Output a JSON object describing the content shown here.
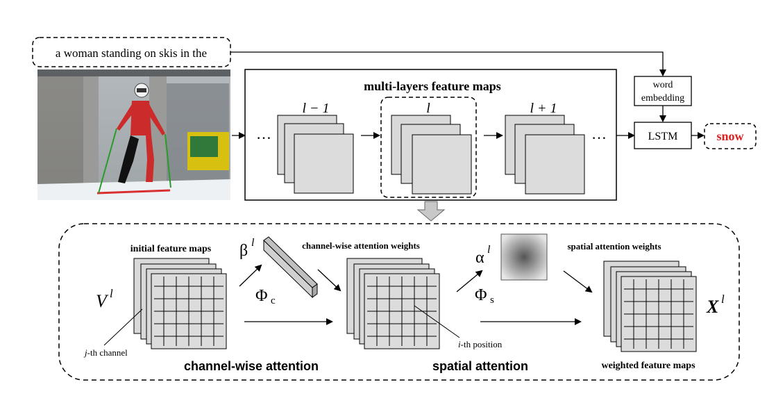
{
  "caption_text": "a woman standing on skis in the",
  "image_alt": "skier photo",
  "multi_layers_title": "multi-layers feature maps",
  "layer_labels": {
    "prev": "l − 1",
    "cur": "l",
    "next": "l + 1"
  },
  "ellipsis": "…",
  "word_embedding": [
    "word",
    "embedding"
  ],
  "lstm_label": "LSTM",
  "output_word": "snow",
  "attention": {
    "initial_feature_maps": "initial feature maps",
    "V_symbol": "V",
    "V_sup": "l",
    "j_channel_italic": "j",
    "j_channel_rest": "-th channel",
    "channel_wise_attention": "channel-wise attention",
    "beta_symbol": "β",
    "beta_sup": "l",
    "phi_c_symbol": "Φ",
    "phi_c_sub": "c",
    "channel_weights_label": "channel-wise attention weights",
    "alpha_symbol": "α",
    "alpha_sup": "l",
    "phi_s_symbol": "Φ",
    "phi_s_sub": "s",
    "spatial_weights_label": "spatial attention weights",
    "i_position_italic": "i",
    "i_position_rest": "-th position",
    "spatial_attention": "spatial attention",
    "X_symbol": "X",
    "X_sup": "l",
    "weighted_feature_maps": "weighted feature maps"
  },
  "colors": {
    "output_word": "#e02020",
    "map_fill": "#d9d9d9",
    "map_fill_front": "#dcdcdc",
    "stroke": "#000000"
  }
}
